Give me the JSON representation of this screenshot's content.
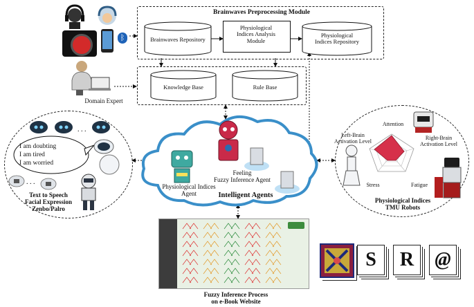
{
  "preprocessing": {
    "title": "Brainwaves Preprocessing Module",
    "brainwaves_repo": "Brainwaves Repository",
    "analysis_module": "Physiological\nIndices Analysis\nModule",
    "indices_repo": "Physiological\nIndices Repository"
  },
  "knowledge": {
    "knowledge_base": "Knowledge Base",
    "rule_base": "Rule Base"
  },
  "domain_expert": "Domain Expert",
  "agents": {
    "physiological_agent": "Physiological Indices\nAgent",
    "fuzzy_agent": "Feeling\nFuzzy Inference Agent",
    "title": "Intelligent Agents"
  },
  "left_panel": {
    "speech": [
      "I am doubting",
      "I am tired",
      "I am worried"
    ],
    "caption": "Text to Speech\nFacial Expression\nZenbo/Palro"
  },
  "right_panel": {
    "labels": {
      "attention": "Attention",
      "right_brain": "Right-Brain\nActivation Level",
      "left_brain": "Left-Brain\nActivation Level",
      "stress": "Stress",
      "fatigue": "Fatigue"
    },
    "caption": "Physiological Indices\nTMU Robots"
  },
  "website_caption": "Fuzzy Inference Process\non e-Book Website",
  "sra": {
    "letters": [
      "S",
      "R",
      "@"
    ]
  },
  "colors": {
    "cloud_stroke": "#3a8fc9",
    "radar_fill": "#d6304a",
    "website_bg": "#e9f1e5"
  }
}
